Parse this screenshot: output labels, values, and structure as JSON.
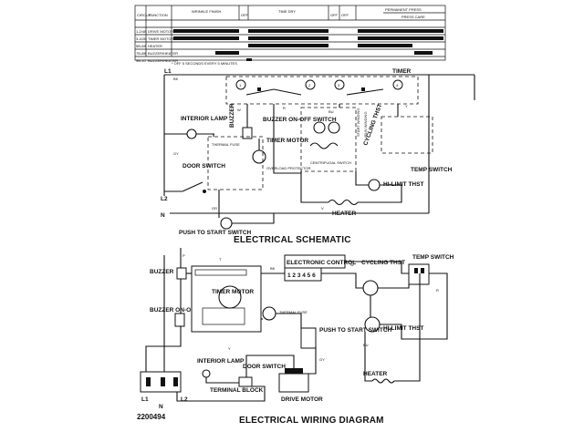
{
  "timing_chart": {
    "col_circuit": "CIRCUIT",
    "col_function": "FUNCTION",
    "col_wrinkle": "WRINKLE FINISH",
    "col_timedry": "TIME DRY",
    "col_off1": "OFF",
    "col_off2": "OFF",
    "col_off3": "OFF",
    "col_permpress": "PERMANENT PRESS",
    "col_presscare": "PRESS CARE",
    "rows": [
      {
        "circuit": "1-2/4B",
        "function": "DRIVE MOTOR"
      },
      {
        "circuit": "3-4/2B",
        "function": "TIMER MOTOR"
      },
      {
        "circuit": "5B-6B",
        "function": "HEATER"
      },
      {
        "circuit": "7B-8B",
        "function": "BUZZER/HEATER"
      },
      {
        "circuit": "9B-10",
        "function": "BUZZER/HEATER"
      }
    ],
    "footnote": "* OFF 5 SECONDS EVERY 5 MINUTES"
  },
  "schematic": {
    "title": "ELECTRICAL SCHEMATIC",
    "l1": "L1",
    "l2": "L2",
    "n": "N",
    "timer": "TIMER",
    "interior_lamp": "INTERIOR LAMP",
    "buzzer": "BUZZER",
    "buzzer_onoff": "BUZZER ON-OFF SWITCH",
    "timer_motor": "TIMER MOTOR",
    "door_switch": "DOOR SWITCH",
    "thermal_fuse": "THERMAL FUSE",
    "overload_protector": "OVERLOAD PROTECTOR",
    "cycling_thst": "CYCLING THST",
    "temp_switch": "TEMP SWITCH",
    "hi_limit": "HI-LIMIT THST",
    "heater": "HEATER",
    "push_start": "PUSH TO START SWITCH",
    "centrifugal": "CENTRIFUGAL SWITCH",
    "start_winding": "START WINDING",
    "run_winding": "RUN WINDING",
    "terminals": [
      "1",
      "2",
      "3",
      "4"
    ]
  },
  "wiring": {
    "title": "ELECTRICAL WIRING DIAGRAM",
    "electronic_control": "ELECTRONIC CONTROL",
    "ec_terminals": "1 2 3 4 5 6",
    "buzzer": "BUZZER",
    "buzzer_onoff": "BUZZER ON-OFF SWITCH",
    "timer_motor": "TIMER MOTOR",
    "thermal_fuse": "THERMAL FUSE",
    "push_start": "PUSH TO START SWITCH",
    "cycling_thst": "CYCLING THST",
    "temp_switch": "TEMP SWITCH",
    "hi_limit": "HI-LIMIT THST",
    "heater": "HEATER",
    "interior_lamp": "INTERIOR LAMP",
    "door_switch": "DOOR SWITCH",
    "terminal_block": "TERMINAL BLOCK",
    "drive_motor": "DRIVE MOTOR",
    "l1": "L1",
    "l2": "L2",
    "n": "N"
  },
  "part_number": "2200494",
  "wire_colors": [
    "BK",
    "W",
    "R",
    "BU",
    "Y",
    "GY",
    "OR",
    "V",
    "P",
    "T"
  ]
}
